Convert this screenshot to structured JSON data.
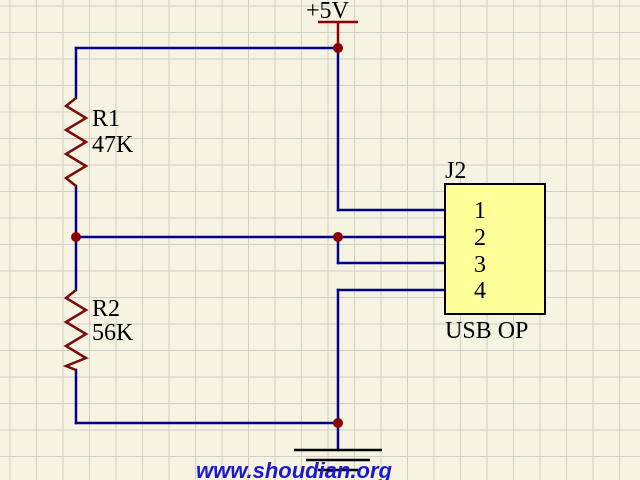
{
  "power": {
    "label": "+5V"
  },
  "resistors": [
    {
      "ref": "R1",
      "value": "47K"
    },
    {
      "ref": "R2",
      "value": "56K"
    }
  ],
  "connector": {
    "ref": "J2",
    "name": "USB OP",
    "pins": [
      "1",
      "2",
      "3",
      "4"
    ],
    "fill": "#ffff99"
  },
  "watermark": "www.shoudian.org",
  "colors": {
    "wire": "#00008a",
    "component": "#7a0a0a",
    "junction": "#8b0000",
    "background": "#f7f3e3"
  }
}
